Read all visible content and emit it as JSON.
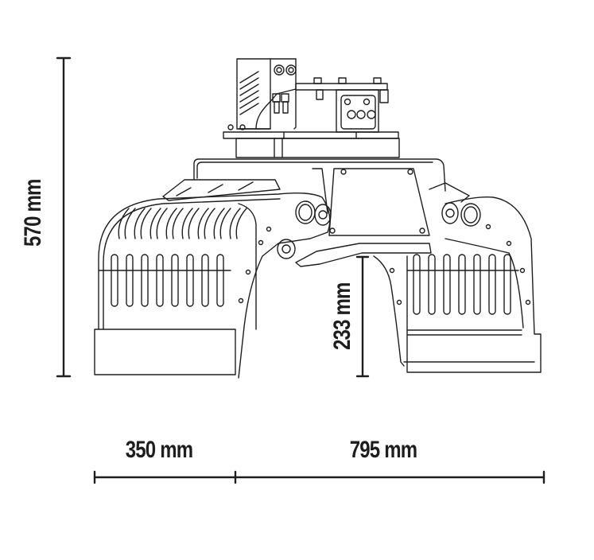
{
  "diagram": {
    "subject": "hydraulic sorting grapple with rotator, front view",
    "line_color": "#1e1e1e",
    "background": "#ffffff"
  },
  "dimensions": {
    "overall_height": {
      "value": "570",
      "unit": "mm",
      "label": "570 mm"
    },
    "opening_height": {
      "value": "233",
      "unit": "mm",
      "label": "233 mm"
    },
    "jaw_width": {
      "value": "350",
      "unit": "mm",
      "label": "350 mm"
    },
    "max_opening": {
      "value": "795",
      "unit": "mm",
      "label": "795 mm"
    }
  }
}
